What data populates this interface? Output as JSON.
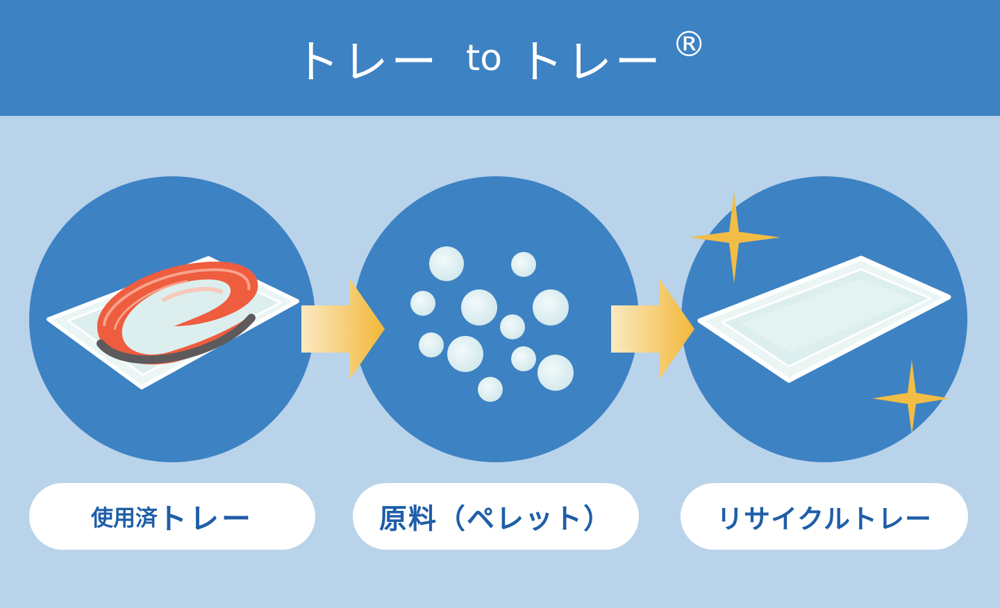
{
  "header": {
    "title_jp_1": "トレー",
    "title_to": "to",
    "title_jp_2": "トレー",
    "title_mark": "®"
  },
  "steps": [
    {
      "label_a": "使用済",
      "label_b": "トレー",
      "icon": "salmon-tray-icon"
    },
    {
      "label": "原料（ペレット）",
      "icon": "pellets-icon"
    },
    {
      "label": "リサイクルトレー",
      "icon": "clean-tray-icon"
    }
  ],
  "colors": {
    "header_bg": "#3d82c3",
    "page_bg": "#b9d3ea",
    "circle": "#3d82c3",
    "label_text": "#1f5ea8",
    "arrow": "#f5c04a",
    "sparkle": "#f2bd45"
  }
}
